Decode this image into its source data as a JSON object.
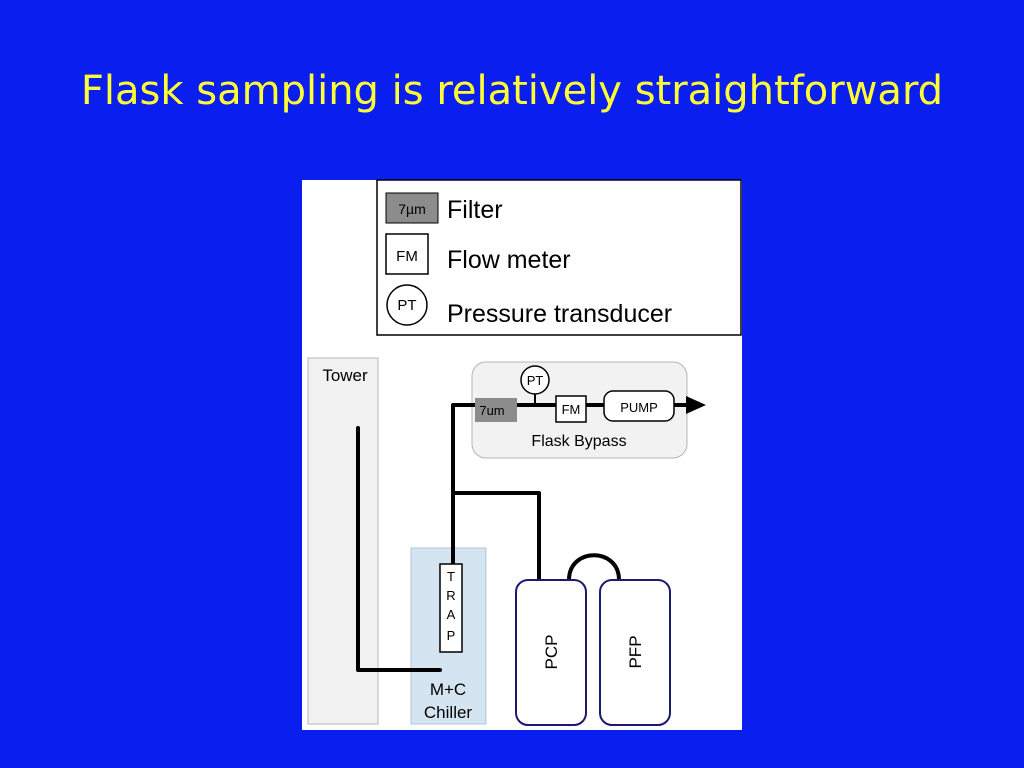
{
  "slide": {
    "title": "Flask sampling is relatively straightforward"
  },
  "colors": {
    "background": "#0b1ef0",
    "title": "#ffff33",
    "filter_fill": "#8c8c8c",
    "tower_fill": "#f2f2f2",
    "chiller_fill": "#d4e4f0",
    "vessel_stroke": "#1a1a6e"
  },
  "legend": {
    "filter": {
      "symbol": "7µm",
      "label": "Filter"
    },
    "flow_meter": {
      "symbol": "FM",
      "label": "Flow meter"
    },
    "pressure_transducer": {
      "symbol": "PT",
      "label": "Pressure transducer"
    }
  },
  "diagram": {
    "tower_label": "Tower",
    "bypass": {
      "pt": "PT",
      "filter": "7um",
      "fm": "FM",
      "pump": "PUMP",
      "label": "Flask Bypass"
    },
    "trap_letters": [
      "T",
      "R",
      "A",
      "P"
    ],
    "chiller": {
      "line1": "M+C",
      "line2": "Chiller"
    },
    "pcp": "PCP",
    "pfp": "PFP"
  }
}
